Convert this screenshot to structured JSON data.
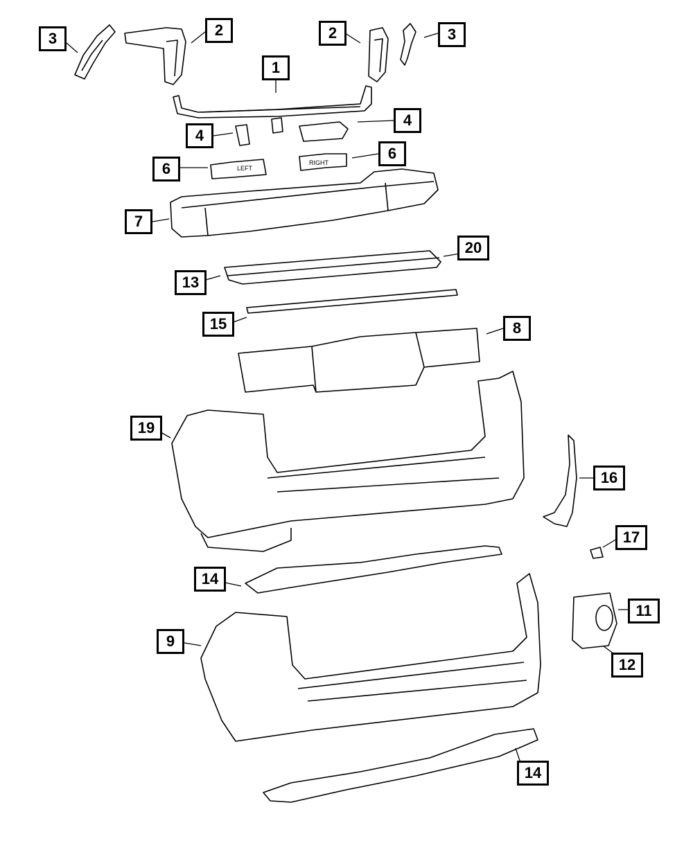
{
  "callouts": {
    "c1": "1",
    "c2a": "2",
    "c2b": "2",
    "c3a": "3",
    "c3b": "3",
    "c4a": "4",
    "c4b": "4",
    "c6a": "6",
    "c6b": "6",
    "c7": "7",
    "c8": "8",
    "c9": "9",
    "c11": "11",
    "c12": "12",
    "c13": "13",
    "c14a": "14",
    "c14b": "14",
    "c15": "15",
    "c16": "16",
    "c17": "17",
    "c19": "19",
    "c20": "20"
  },
  "part_labels": {
    "left": "LEFT",
    "right": "RIGHT"
  }
}
